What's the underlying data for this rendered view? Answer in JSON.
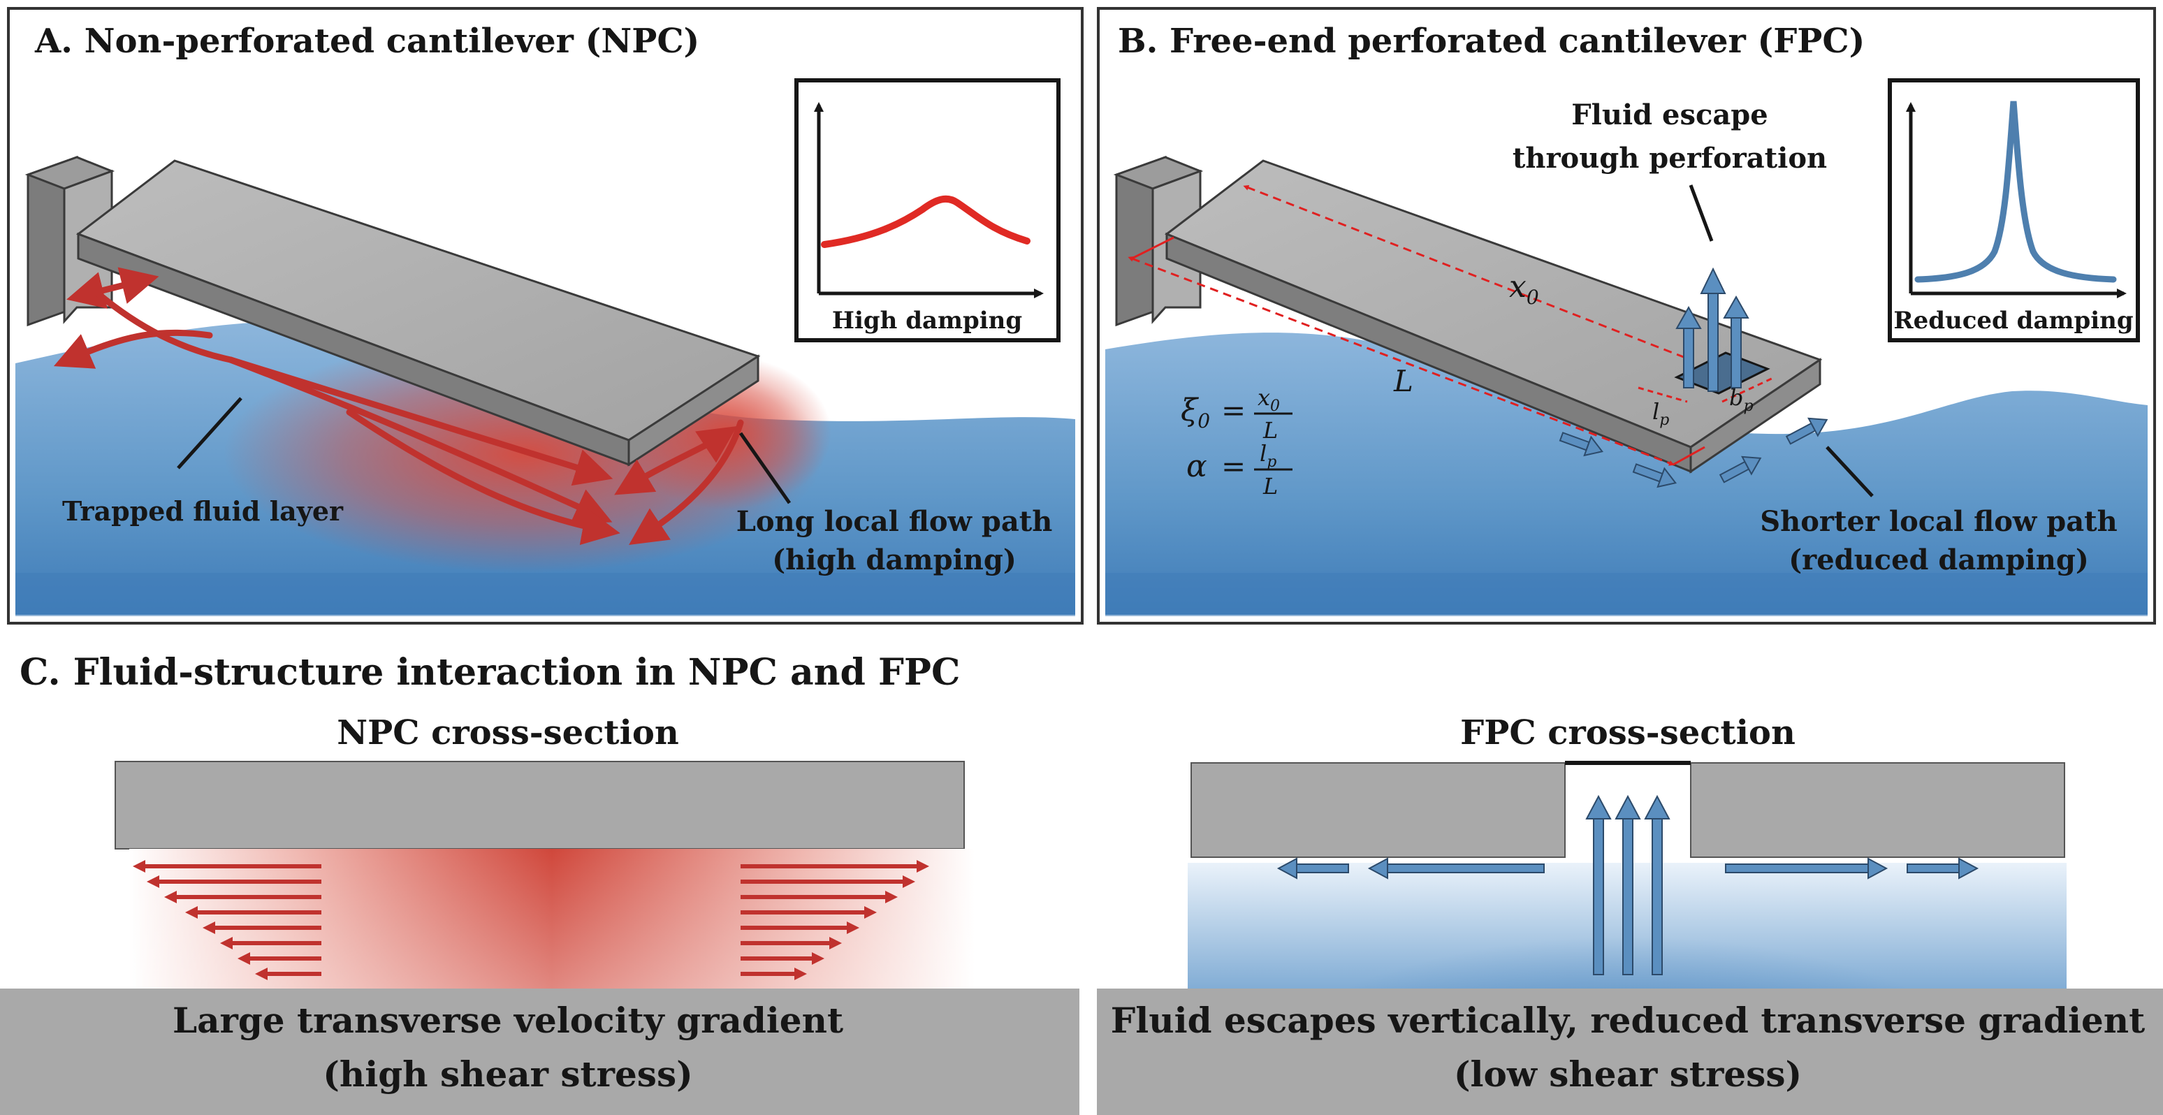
{
  "panel_a": {
    "title": "A.  Non-perforated cantilever (NPC)",
    "inset_label": "High damping",
    "trapped_label": "Trapped fluid layer",
    "flow_label_line1": "Long local flow path",
    "flow_label_line2": "(high damping)"
  },
  "panel_b": {
    "title": "B. Free-end perforated cantilever (FPC)",
    "escape_line1": "Fluid escape",
    "escape_line2": "through perforation",
    "inset_label": "Reduced damping",
    "flow_label_line1": "Shorter local flow path",
    "flow_label_line2": "(reduced damping)",
    "dim_x0": "x",
    "dim_x0_sub": "0",
    "dim_L": "L",
    "dim_lp": "l",
    "dim_lp_sub": "p",
    "dim_bp": "b",
    "dim_bp_sub": "p",
    "eq1_lhs": "ξ",
    "eq1_sub": "0",
    "eq1_num": "x",
    "eq1_num_sub": "0",
    "eq1_den": "L",
    "eq2_lhs": "α",
    "eq2_num": "l",
    "eq2_num_sub": "p",
    "eq2_den": "L",
    "equals": "="
  },
  "panel_c": {
    "title": "C. Fluid-structure interaction in NPC and FPC",
    "npc_title": "NPC cross-section",
    "npc_line1": "Large transverse velocity gradient",
    "npc_line2": "(high shear stress)",
    "fpc_title": "FPC cross-section",
    "fpc_line1": "Fluid escapes vertically, reduced transverse gradient",
    "fpc_line2": "(low shear stress)"
  },
  "colors": {
    "red_flow": "#c0322e",
    "blue_flow": "#4e7fae",
    "fluid_blue": "#5f97c8",
    "beam_gray": "#a9a9a9",
    "frame": "#333333"
  }
}
